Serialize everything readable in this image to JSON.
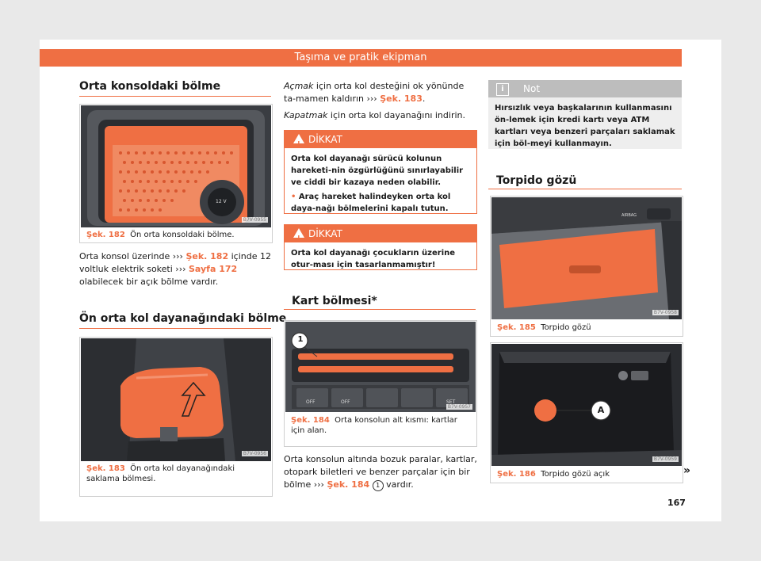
{
  "header": {
    "title": "Taşıma ve pratik ekipman"
  },
  "col1": {
    "section1_title": "Orta konsoldaki bölme",
    "fig182": {
      "num": "Şek. 182",
      "caption": "Ön orta konsoldaki bölme.",
      "code": "B7V-0955",
      "badge": "12 V"
    },
    "p1": {
      "a": "Orta konsol üzerinde ››› ",
      "ref1": "Şek. 182",
      "b": " içinde 12 voltluk elektrik soketi ››› ",
      "ref2": "Sayfa 172",
      "c": " olabilecek bir açık bölme vardır."
    },
    "section2_title": "Ön orta kol dayanağındaki bölme",
    "fig183": {
      "num": "Şek. 183",
      "caption": "Ön orta kol dayanağındaki saklama bölmesi.",
      "code": "B7V-0956"
    }
  },
  "col2": {
    "p1": {
      "em": "Açmak",
      "a": " için orta kol desteğini ok yönünde ta-mamen kaldırın ››› ",
      "ref": "Şek. 183",
      "b": "."
    },
    "p2": {
      "em": "Kapatmak",
      "a": " için orta kol dayanağını indirin."
    },
    "warn1": {
      "title": "DİKKAT",
      "text": "Orta kol dayanağı sürücü kolunun hareketi-nin özgürlüğünü sınırlayabilir ve ciddi bir kazaya neden olabilir.",
      "bullet": "Araç hareket halindeyken orta kol daya-nağı bölmelerini kapalı tutun."
    },
    "warn2": {
      "title": "DİKKAT",
      "text": "Orta kol dayanağı çocukların üzerine otur-ması için tasarlanmamıştır!"
    },
    "section3_title": "Kart bölmesi*",
    "fig184": {
      "num": "Şek. 184",
      "caption": "Orta konsolun alt kısmı: kartlar için alan.",
      "code": "B7V-0957",
      "callout": "1",
      "btn1": "OFF",
      "btn2": "OFF",
      "btn5": "SET"
    },
    "p3": {
      "a": "Orta konsolun altında bozuk paralar, kartlar, otopark biletleri ve benzer parçalar için bir bölme ››› ",
      "ref": "Şek. 184",
      "callout": "1",
      "b": " vardır."
    }
  },
  "col3": {
    "note": {
      "title": "Not",
      "text": "Hırsızlık veya başkalarının kullanmasını ön-lemek için kredi kartı veya ATM kartları veya benzeri parçaları saklamak için böl-meyi kullanmayın."
    },
    "section4_title": "Torpido gözü",
    "fig185": {
      "num": "Şek. 185",
      "caption": "Torpido gözü",
      "code": "B7V-0958",
      "airbag": "AIRBAG"
    },
    "fig186": {
      "num": "Şek. 186",
      "caption": "Torpido gözü açık",
      "code": "B7V-0959",
      "callout": "A"
    }
  },
  "footer": {
    "page": "167",
    "continue": "»"
  }
}
